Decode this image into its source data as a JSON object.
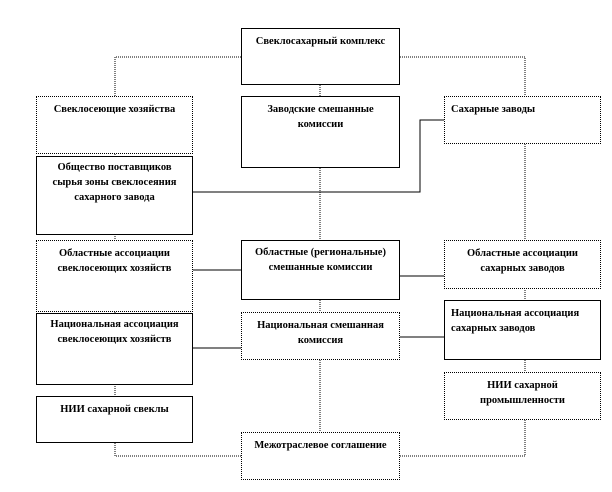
{
  "nodes": {
    "complex": "Свеклосахарный комплекс",
    "beet_farms": "Свеклосеющие хозяйства",
    "factory_commissions": "Заводские смешанные комиссии",
    "sugar_factories": "Сахарные заводы",
    "suppliers_society": "Общество поставщиков сырья зоны свеклосеяния сахарного завода",
    "regional_farm_assoc": "Областные ассоциации свеклосеющих хозяйств",
    "regional_commissions": "Областные (региональные) смешанные комиссии",
    "regional_factory_assoc": "Областные ассоциации сахарных заводов",
    "national_farm_assoc": "Национальная ассоциация свеклосеющих хозяйств",
    "national_commission": "Национальная смешанная комиссия",
    "national_factory_assoc": "Национальная ассоциация сахарных заводов",
    "beet_institute": "НИИ сахарной свеклы",
    "industry_institute": "НИИ сахарной промышленности",
    "agreement": "Межотраслевое соглашение"
  }
}
